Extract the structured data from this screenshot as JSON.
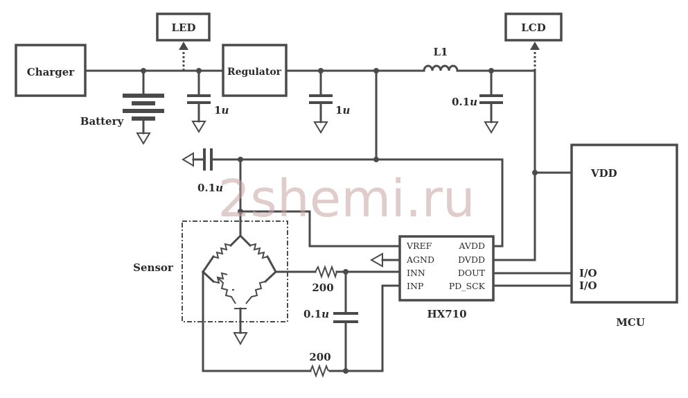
{
  "blocks": {
    "charger": "Charger",
    "regulator": "Regulator",
    "led": "LED",
    "lcd": "LCD",
    "mcu": "MCU",
    "hx710": "HX710"
  },
  "labels": {
    "battery": "Battery",
    "sensor": "Sensor",
    "inductor": "L1",
    "vdd": "VDD",
    "io1": "I/O",
    "io2": "I/O"
  },
  "values": {
    "cap_1u_a_num": "1",
    "cap_1u_a_unit": "u",
    "cap_1u_b_num": "1",
    "cap_1u_b_unit": "u",
    "cap_01u_a_num": "0.1",
    "cap_01u_a_unit": "u",
    "cap_01u_b_num": "0.1",
    "cap_01u_b_unit": "u",
    "cap_01u_c_num": "0.1",
    "cap_01u_c_unit": "u",
    "res_1": "200",
    "res_2": "200"
  },
  "hx710_pins": {
    "vref": "VREF",
    "agnd": "AGND",
    "inn": "INN",
    "inp": "INP",
    "avdd": "AVDD",
    "dvdd": "DVDD",
    "dout": "DOUT",
    "pd_sck": "PD_SCK"
  },
  "watermark": "2shemi.ru"
}
